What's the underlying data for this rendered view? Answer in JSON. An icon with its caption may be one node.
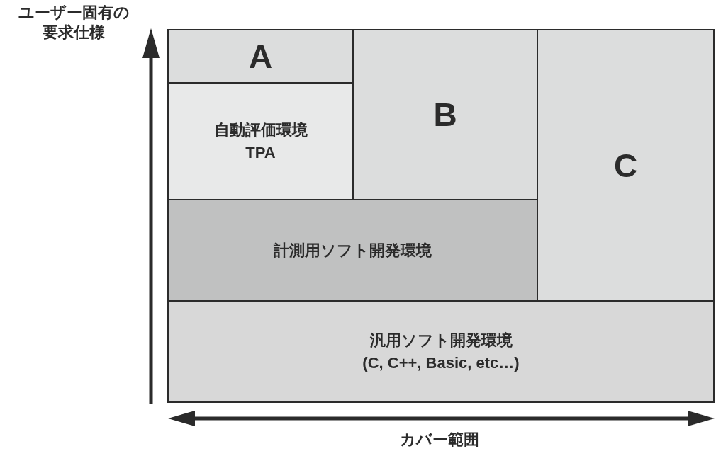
{
  "diagram": {
    "nodes": [
      {
        "text": [
          "A"
        ]
      },
      {
        "text": [
          "自動評価環境",
          "TPA"
        ]
      },
      {
        "text": [
          "B"
        ]
      },
      {
        "text": [
          "C"
        ]
      },
      {
        "text": [
          "計測用ソフト開発環境"
        ]
      },
      {
        "text": [
          "汎用ソフト開発環境",
          "(C, C++, Basic, etc…)"
        ]
      }
    ],
    "labels": [
      "ユーザー固有の要求仕様",
      "カバー範囲"
    ]
  }
}
